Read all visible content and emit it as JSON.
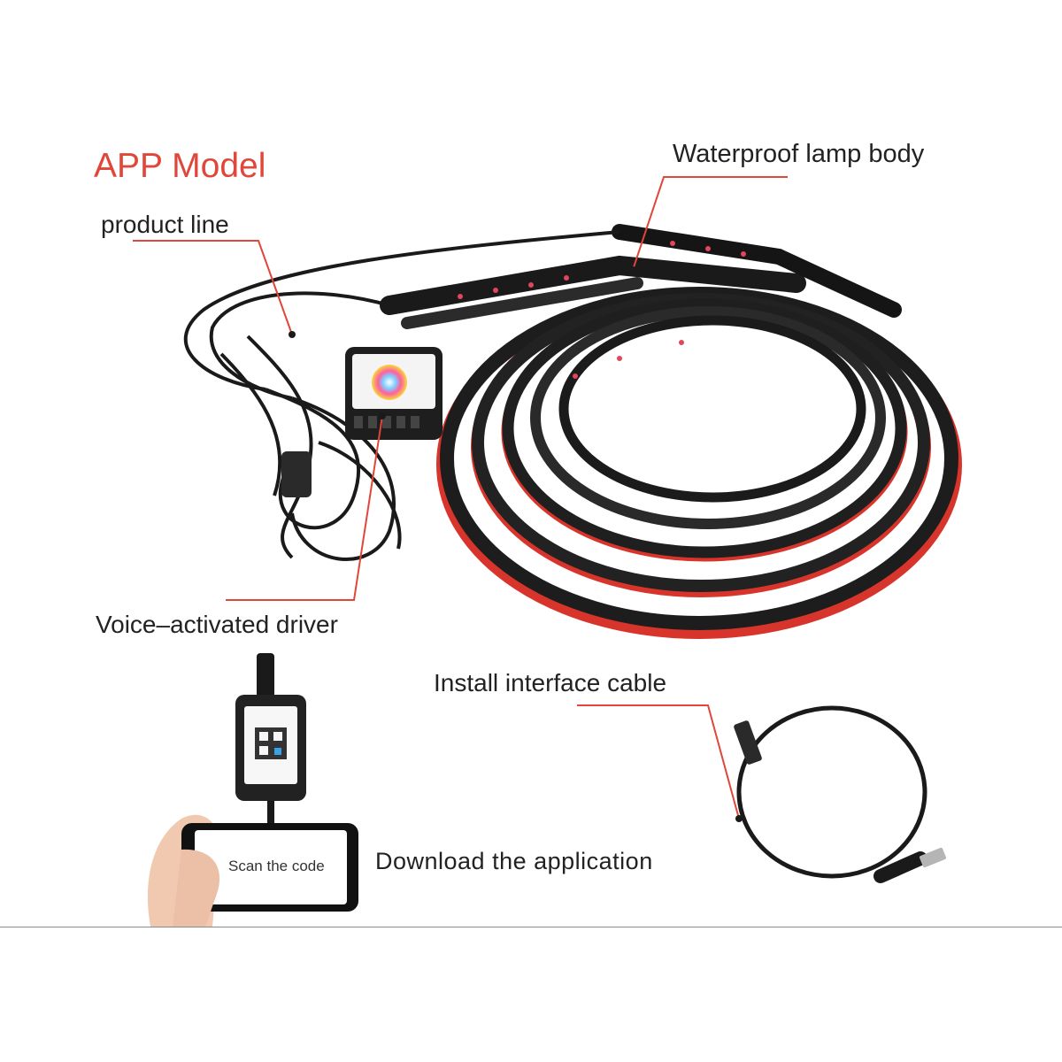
{
  "title": "APP Model",
  "labels": {
    "product_line": "product line",
    "waterproof": "Waterproof lamp body",
    "voice_driver": "Voice–activated driver",
    "install_cable": "Install interface cable",
    "download_app": "Download the application",
    "scan_code": "Scan the code"
  },
  "colors": {
    "accent": "#e0463a",
    "callout_line": "#e0463a",
    "strip_red": "#d7352c",
    "strip_black": "#1d1d1d"
  },
  "icons": {
    "controller": "rgb-controller-box-icon",
    "bluetooth_module": "qr-bluetooth-module-icon",
    "phone": "smartphone-in-hand-icon",
    "cable": "dc-connector-cable-icon"
  }
}
